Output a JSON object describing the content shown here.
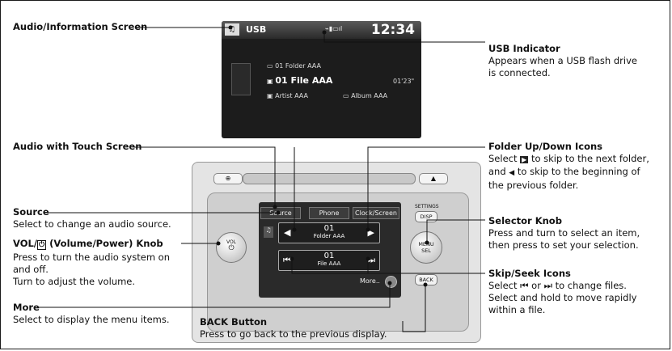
{
  "screen": {
    "source": "USB",
    "clock": "12:34",
    "folder_row": "01  Folder AAA",
    "file_row": "01 File AAA",
    "time": "01'23\"",
    "artist": "Artist AAA",
    "album": "Album AAA"
  },
  "unit": {
    "tabs": [
      "Source",
      "Phone",
      "Clock/Screen"
    ],
    "folder_num": "01",
    "folder_name": "Folder AAA",
    "file_num": "01",
    "file_name": "File AAA",
    "more": "More..",
    "vol_label": "VOL",
    "settings_label": "SETTINGS",
    "disp_label": "DISP",
    "menu_label": "MENU",
    "sel_label": "SEL",
    "back_label": "BACK"
  },
  "callouts": {
    "audio_screen": {
      "title": "Audio/Information Screen"
    },
    "usb": {
      "title": "USB Indicator",
      "desc": [
        "Appears when a USB flash drive",
        "is connected."
      ]
    },
    "touch": {
      "title": "Audio with Touch Screen"
    },
    "folder": {
      "title": "Folder Up/Down Icons",
      "desc_1a": "Select ",
      "desc_1b": " to skip to the next folder,",
      "desc_2a": "and ",
      "desc_2b": " to skip to the beginning of",
      "desc_3": "the previous folder."
    },
    "source": {
      "title": "Source",
      "desc": [
        "Select to change an audio source."
      ]
    },
    "selector": {
      "title": "Selector Knob",
      "desc": [
        "Press and turn to select an item,",
        "then press to set your selection."
      ]
    },
    "vol": {
      "title_a": "VOL/",
      "title_b": " (Volume/Power) Knob",
      "desc": [
        "Press to turn the audio system on",
        "and off.",
        "Turn to adjust the volume."
      ]
    },
    "skip": {
      "title": "Skip/Seek Icons",
      "desc_1a": "Select ",
      "desc_1b": " or ",
      "desc_1c": " to change files.",
      "desc_2": "Select and hold to move rapidly",
      "desc_3": "within a file."
    },
    "more": {
      "title": "More",
      "desc": [
        "Select to display the menu items."
      ]
    },
    "back": {
      "title": "BACK Button",
      "desc": [
        "Press to go back to the previous display."
      ]
    }
  }
}
